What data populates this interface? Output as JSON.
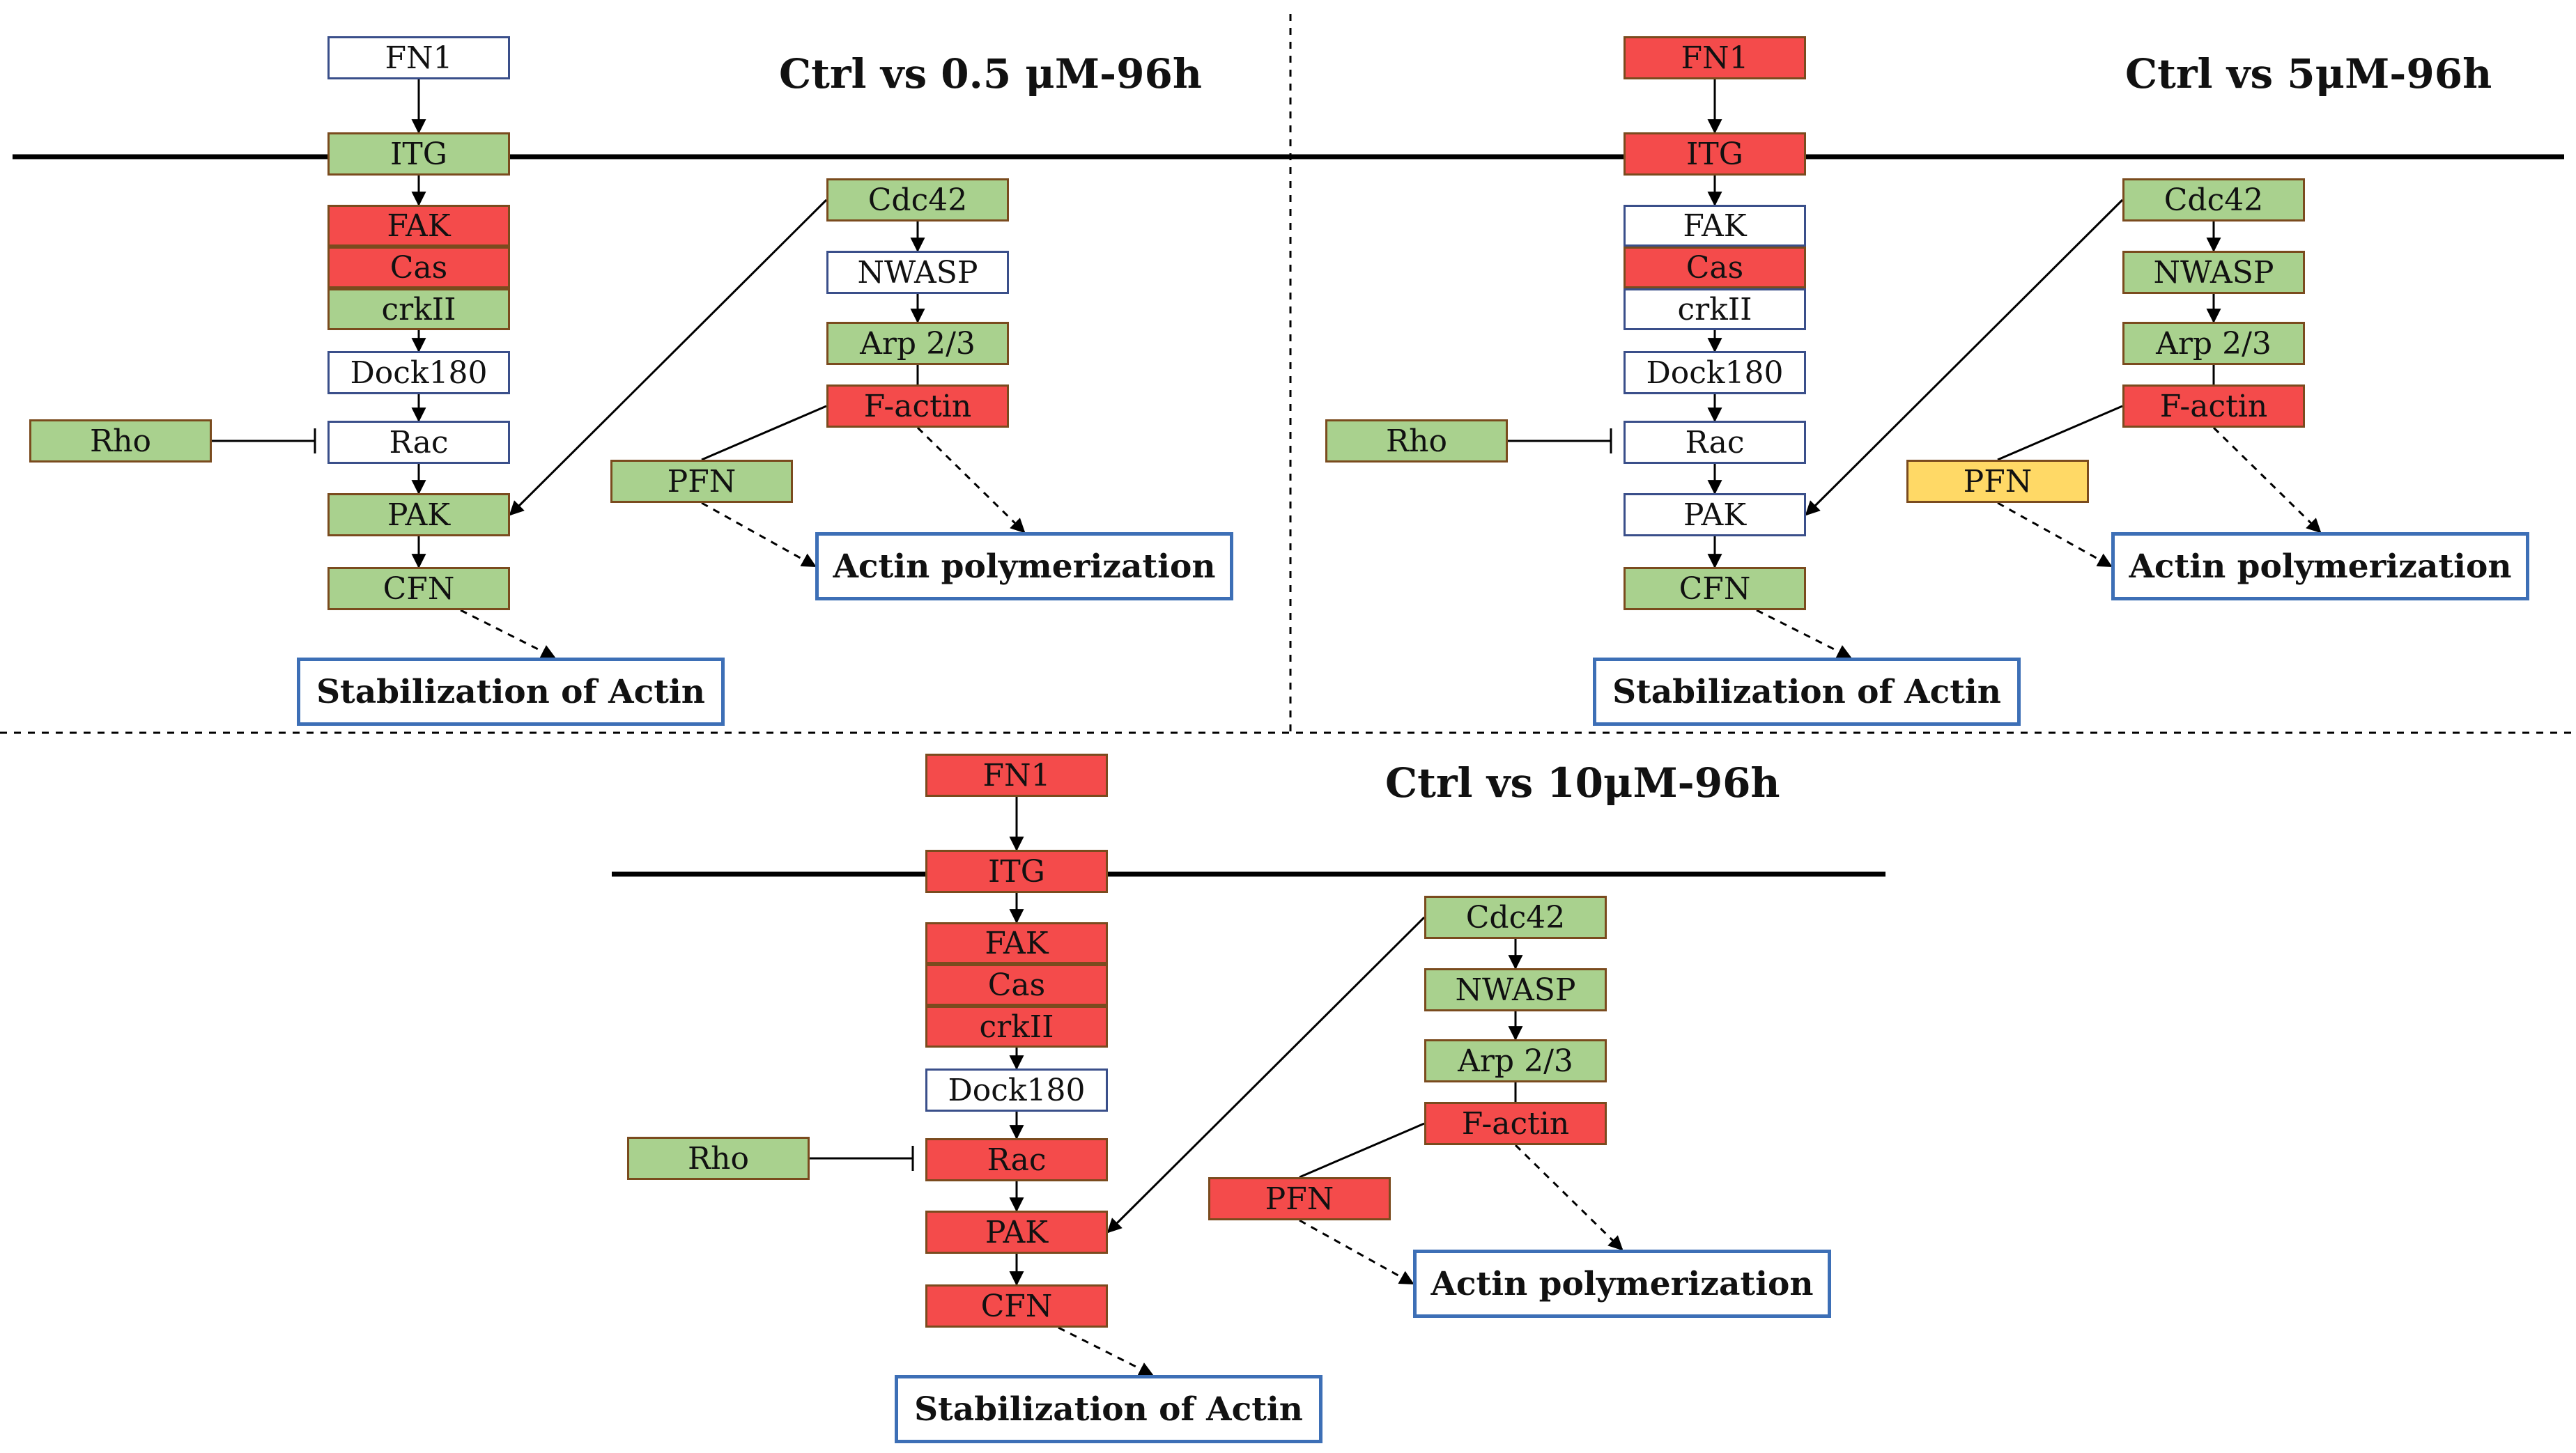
{
  "colors": {
    "up": "#f44b4b",
    "down": "#a9d18e",
    "none": "#ffffff",
    "slight": "#ffd966",
    "outcome_border": "#3d6fb6",
    "node_border": "#7a4b1e",
    "plain_border": "#3a4f8a"
  },
  "panels": [
    {
      "title": "Ctrl vs 0.5 μM-96h",
      "nodes": {
        "FN1": {
          "label": "FN1",
          "state": "none"
        },
        "ITG": {
          "label": "ITG",
          "state": "down"
        },
        "FAK": {
          "label": "FAK",
          "state": "up"
        },
        "Cas": {
          "label": "Cas",
          "state": "up"
        },
        "crkII": {
          "label": "crkII",
          "state": "down"
        },
        "Dock180": {
          "label": "Dock180",
          "state": "none"
        },
        "Rac": {
          "label": "Rac",
          "state": "none"
        },
        "Rho": {
          "label": "Rho",
          "state": "down"
        },
        "PAK": {
          "label": "PAK",
          "state": "down"
        },
        "CFN": {
          "label": "CFN",
          "state": "down"
        },
        "Cdc42": {
          "label": "Cdc42",
          "state": "down"
        },
        "NWASP": {
          "label": "NWASP",
          "state": "none"
        },
        "Arp": {
          "label": "Arp 2/3",
          "state": "down"
        },
        "Factin": {
          "label": "F-actin",
          "state": "up"
        },
        "PFN": {
          "label": "PFN",
          "state": "down"
        }
      },
      "outcomes": {
        "stabilization": "Stabilization of Actin",
        "polymerization": "Actin polymerization"
      }
    },
    {
      "title": "Ctrl vs 5μM-96h",
      "nodes": {
        "FN1": {
          "label": "FN1",
          "state": "up"
        },
        "ITG": {
          "label": "ITG",
          "state": "up"
        },
        "FAK": {
          "label": "FAK",
          "state": "none"
        },
        "Cas": {
          "label": "Cas",
          "state": "up"
        },
        "crkII": {
          "label": "crkII",
          "state": "none"
        },
        "Dock180": {
          "label": "Dock180",
          "state": "none"
        },
        "Rac": {
          "label": "Rac",
          "state": "none"
        },
        "Rho": {
          "label": "Rho",
          "state": "down"
        },
        "PAK": {
          "label": "PAK",
          "state": "none"
        },
        "CFN": {
          "label": "CFN",
          "state": "down"
        },
        "Cdc42": {
          "label": "Cdc42",
          "state": "down"
        },
        "NWASP": {
          "label": "NWASP",
          "state": "down"
        },
        "Arp": {
          "label": "Arp 2/3",
          "state": "down"
        },
        "Factin": {
          "label": "F-actin",
          "state": "up"
        },
        "PFN": {
          "label": "PFN",
          "state": "slight"
        }
      },
      "outcomes": {
        "stabilization": "Stabilization of Actin",
        "polymerization": "Actin polymerization"
      }
    },
    {
      "title": "Ctrl vs 10μM-96h",
      "nodes": {
        "FN1": {
          "label": "FN1",
          "state": "up"
        },
        "ITG": {
          "label": "ITG",
          "state": "up"
        },
        "FAK": {
          "label": "FAK",
          "state": "up"
        },
        "Cas": {
          "label": "Cas",
          "state": "up"
        },
        "crkII": {
          "label": "crkII",
          "state": "up"
        },
        "Dock180": {
          "label": "Dock180",
          "state": "none"
        },
        "Rac": {
          "label": "Rac",
          "state": "up"
        },
        "Rho": {
          "label": "Rho",
          "state": "down"
        },
        "PAK": {
          "label": "PAK",
          "state": "up"
        },
        "CFN": {
          "label": "CFN",
          "state": "up"
        },
        "Cdc42": {
          "label": "Cdc42",
          "state": "down"
        },
        "NWASP": {
          "label": "NWASP",
          "state": "down"
        },
        "Arp": {
          "label": "Arp 2/3",
          "state": "down"
        },
        "Factin": {
          "label": "F-actin",
          "state": "up"
        },
        "PFN": {
          "label": "PFN",
          "state": "up"
        }
      },
      "outcomes": {
        "stabilization": "Stabilization of Actin",
        "polymerization": "Actin polymerization"
      }
    }
  ]
}
